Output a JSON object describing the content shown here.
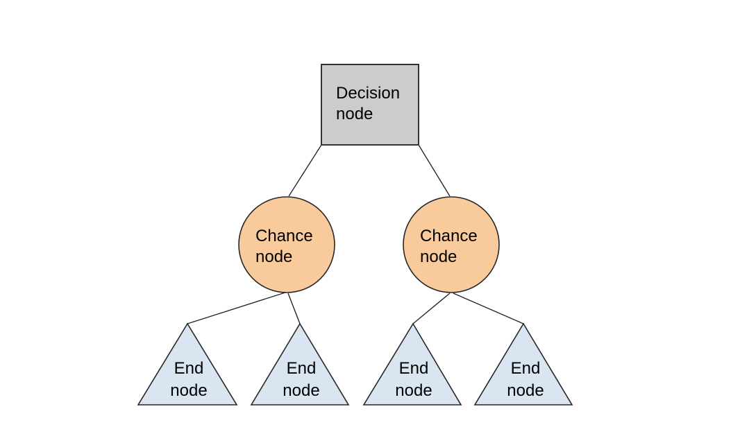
{
  "diagram": {
    "type": "decision-tree",
    "background": "#ffffff",
    "edge_color": "#262626",
    "text_color": "#000000",
    "nodes": {
      "decision": {
        "shape": "square",
        "label": "Decision node",
        "label_lines": [
          "Decision",
          "node"
        ],
        "fill": "#cccccc",
        "stroke": "#333333"
      },
      "chance_left": {
        "shape": "circle",
        "label": "Chance node",
        "label_lines": [
          "Chance",
          "node"
        ],
        "fill": "#f9cb9c",
        "stroke": "#262626"
      },
      "chance_right": {
        "shape": "circle",
        "label": "Chance node",
        "label_lines": [
          "Chance",
          "node"
        ],
        "fill": "#f9cb9c",
        "stroke": "#262626"
      },
      "end_1": {
        "shape": "triangle",
        "label": "End node",
        "label_lines": [
          "End",
          "node"
        ],
        "fill": "#d9e5f1",
        "stroke": "#262626"
      },
      "end_2": {
        "shape": "triangle",
        "label": "End node",
        "label_lines": [
          "End",
          "node"
        ],
        "fill": "#d9e5f1",
        "stroke": "#262626"
      },
      "end_3": {
        "shape": "triangle",
        "label": "End node",
        "label_lines": [
          "End",
          "node"
        ],
        "fill": "#d9e5f1",
        "stroke": "#262626"
      },
      "end_4": {
        "shape": "triangle",
        "label": "End node",
        "label_lines": [
          "End",
          "node"
        ],
        "fill": "#d9e5f1",
        "stroke": "#262626"
      }
    },
    "edges": [
      {
        "from": "decision",
        "to": "chance_left"
      },
      {
        "from": "decision",
        "to": "chance_right"
      },
      {
        "from": "chance_left",
        "to": "end_1"
      },
      {
        "from": "chance_left",
        "to": "end_2"
      },
      {
        "from": "chance_right",
        "to": "end_3"
      },
      {
        "from": "chance_right",
        "to": "end_4"
      }
    ]
  }
}
